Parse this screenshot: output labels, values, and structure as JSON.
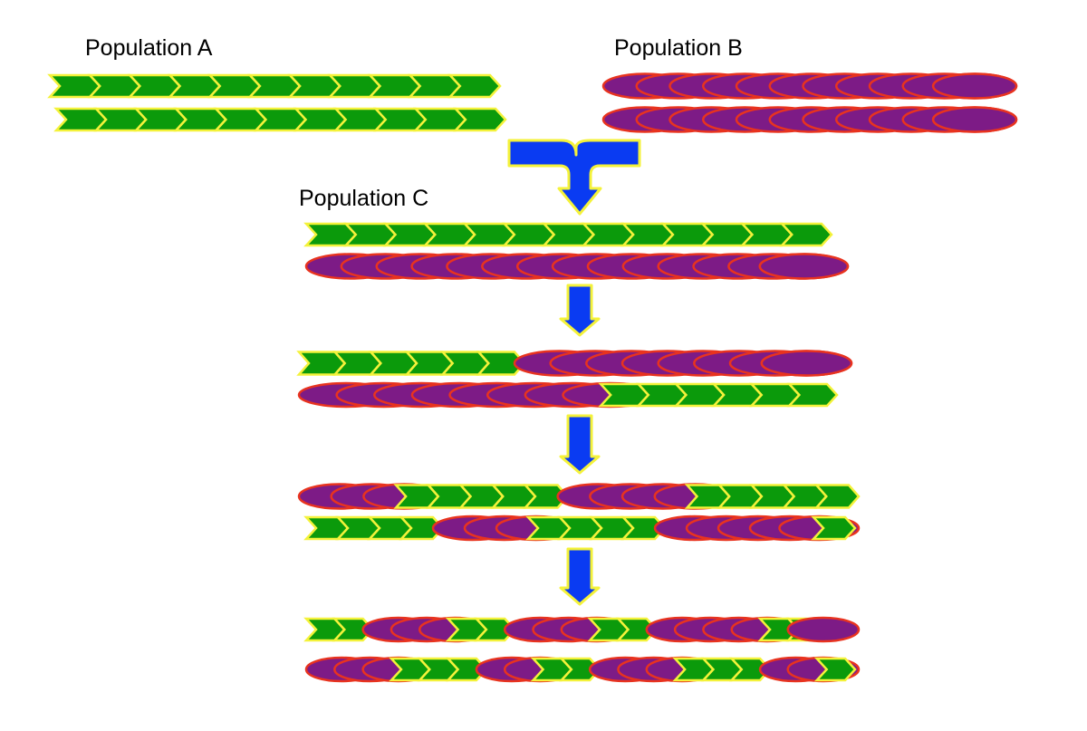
{
  "labels": {
    "population_a": "Population A",
    "population_b": "Population B",
    "population_c": "Population C"
  },
  "colors": {
    "green_fill": "#0b9a0b",
    "green_edge": "#f4f23a",
    "purple_fill": "#7d1b86",
    "purple_edge": "#e8331f",
    "arrow_fill": "#0a3bf2",
    "arrow_edge": "#f4f23a",
    "background": "#ffffff"
  },
  "legend_of_marks": {
    "green": "chevron-segment",
    "purple": "ellipse-segment"
  },
  "chromosomes": [
    {
      "group": "population-a",
      "strand": 1,
      "pattern": "GGGGGGGGGGG"
    },
    {
      "group": "population-a",
      "strand": 2,
      "pattern": "GGGGGGGGGGG"
    },
    {
      "group": "population-b",
      "strand": 1,
      "pattern": "PPPPPPPPPPPP"
    },
    {
      "group": "population-b",
      "strand": 2,
      "pattern": "PPPPPPPPPPPP"
    },
    {
      "group": "population-c-f1",
      "strand": 1,
      "pattern": "GGGGGGGGGGGGG"
    },
    {
      "group": "population-c-f1",
      "strand": 2,
      "pattern": "PPPPPPPPPPPPPPP"
    },
    {
      "group": "generation-2",
      "strand": 1,
      "pattern": "GGGGGGPPPPPPPPP"
    },
    {
      "group": "generation-2",
      "strand": 2,
      "pattern": "PPPPPPPPGGGGGG"
    },
    {
      "group": "generation-3",
      "strand": 1,
      "pattern": "PPPGGGGGPPPPGGGGG"
    },
    {
      "group": "generation-3",
      "strand": 2,
      "pattern": "GGGGPPPGGGGPPPPPG"
    },
    {
      "group": "generation-4",
      "strand": 1,
      "pattern": "GGPPPGGPPPGGPPPPGGP"
    },
    {
      "group": "generation-4",
      "strand": 2,
      "pattern": "PPPGGGPPGGPPPGGGPPG"
    }
  ],
  "arrows": [
    {
      "kind": "merge"
    },
    {
      "kind": "down"
    },
    {
      "kind": "down"
    },
    {
      "kind": "down"
    }
  ]
}
